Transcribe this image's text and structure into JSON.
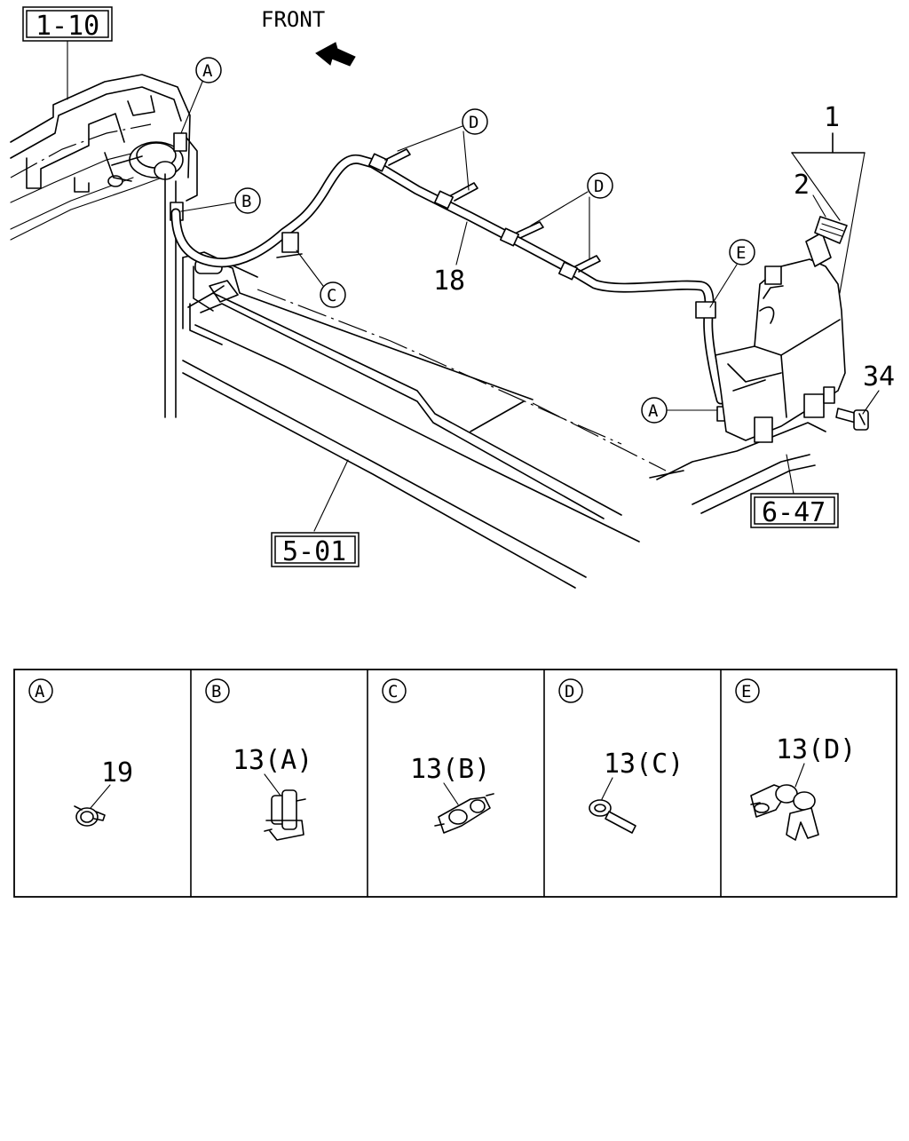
{
  "direction_label": "FRONT",
  "references": {
    "ref_1_10": "1-10",
    "ref_5_01": "5-01",
    "ref_6_47": "6-47"
  },
  "part_numbers": {
    "tank": "1",
    "cap": "2",
    "hose": "18",
    "bolt": "34"
  },
  "callouts": {
    "a": "A",
    "b": "B",
    "c": "C",
    "d": "D",
    "e": "E"
  },
  "detail_panels": [
    {
      "letter": "A",
      "part_label": "19"
    },
    {
      "letter": "B",
      "part_label": "13(A)"
    },
    {
      "letter": "C",
      "part_label": "13(B)"
    },
    {
      "letter": "D",
      "part_label": "13(C)"
    },
    {
      "letter": "E",
      "part_label": "13(D)"
    }
  ],
  "icons": [
    "front-arrow-icon",
    "washer-tank-icon",
    "hose-clip-icon",
    "bolt-icon"
  ]
}
